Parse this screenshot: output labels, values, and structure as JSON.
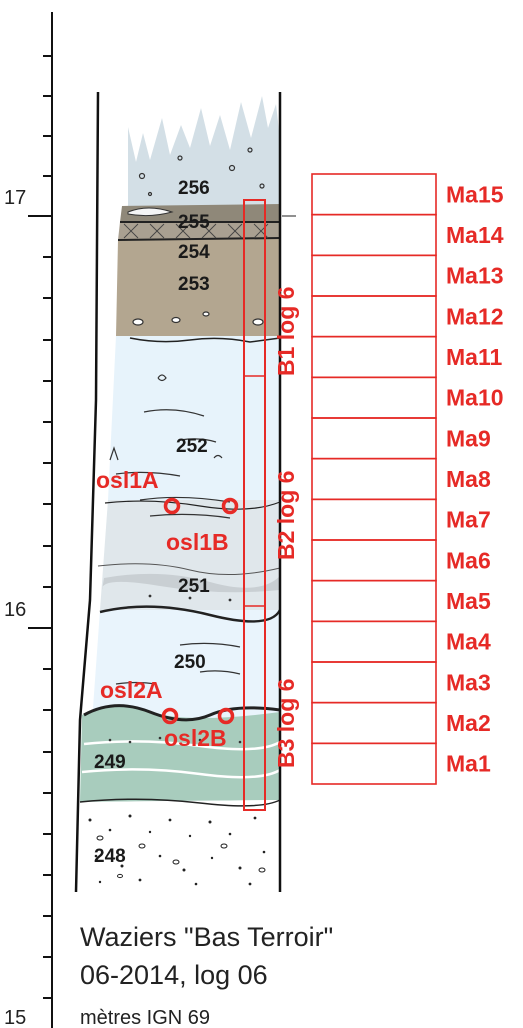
{
  "scale": {
    "ticks": [
      {
        "label": "17",
        "value": 17
      },
      {
        "label": "16",
        "value": 16
      },
      {
        "label": "15",
        "value": 15
      }
    ],
    "unit_label": "mètres IGN 69"
  },
  "caption": {
    "line1": "Waziers \"Bas Terroir\"",
    "line2": "06-2014, log 06"
  },
  "layers": [
    "256",
    "255",
    "254",
    "253",
    "252",
    "251",
    "250",
    "249",
    "248"
  ],
  "samples": {
    "osl1a": "osl1A",
    "osl1b": "osl1B",
    "osl2a": "osl2A",
    "osl2b": "osl2B"
  },
  "logs": {
    "b1": "B1 log 6",
    "b2": "B2 log 6",
    "b3": "B3 log 6"
  },
  "ma_labels": [
    "Ma15",
    "Ma14",
    "Ma13",
    "Ma12",
    "Ma11",
    "Ma10",
    "Ma9",
    "Ma8",
    "Ma7",
    "Ma6",
    "Ma5",
    "Ma4",
    "Ma3",
    "Ma2",
    "Ma1"
  ],
  "colors": {
    "red": "#e62a26",
    "sky": "#d0dde5",
    "dark_band": "#8b8579",
    "brown": "#b1a48e",
    "light_blue": "#e7f3fb",
    "grey_band": "#dfe6ea",
    "green": "#a9cdbf"
  }
}
